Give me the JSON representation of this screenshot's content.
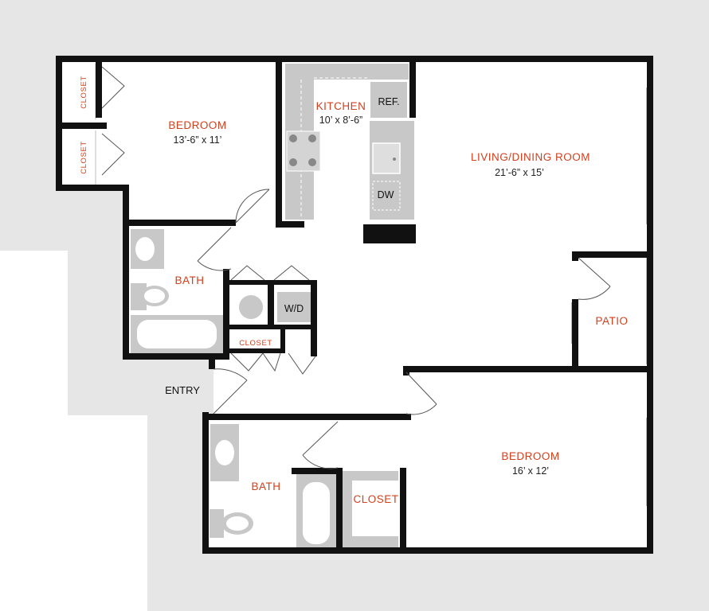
{
  "colors": {
    "wall": "#111111",
    "exterior_shade": "#e6e6e6",
    "fixture": "#c8c8c8",
    "room_label": "#d2401e",
    "text": "#222222"
  },
  "rooms": {
    "bedroom_1": {
      "name": "BEDROOM",
      "dims": "13’-6” x 11’"
    },
    "kitchen": {
      "name": "KITCHEN",
      "dims": "10’ x 8’-6”"
    },
    "living_dining": {
      "name": "LIVING/DINING ROOM",
      "dims": "21’-6” x  15’"
    },
    "bath_1": {
      "name": "BATH"
    },
    "patio": {
      "name": "PATIO"
    },
    "bedroom_2": {
      "name": "BEDROOM",
      "dims": "16’ x 12’"
    },
    "bath_2": {
      "name": "BATH"
    },
    "closet_main": {
      "name": "CLOSET"
    }
  },
  "closets": {
    "bedroom_1_upper": "CLOSET",
    "bedroom_1_lower": "CLOSET",
    "hall": "CLOSET"
  },
  "fixtures": {
    "refrigerator": "REF.",
    "dishwasher": "DW",
    "washer_dryer": "W/D"
  },
  "entry": "ENTRY"
}
